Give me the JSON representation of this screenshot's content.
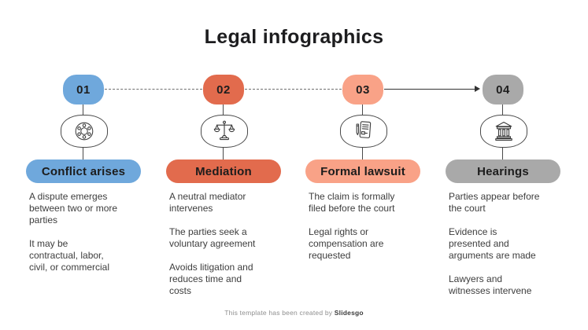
{
  "title": "Legal infographics",
  "steps": [
    {
      "number": "01",
      "label": "Conflict arises",
      "color": "#6FA8DC",
      "icon": "round-table-meeting-icon",
      "paragraphs": [
        "A dispute emerges\nbetween two or more\nparties",
        "It may be\ncontractual, labor,\ncivil, or commercial"
      ]
    },
    {
      "number": "02",
      "label": "Mediation",
      "color": "#E26B4D",
      "icon": "balance-scale-icon",
      "paragraphs": [
        "A neutral mediator\nintervenes",
        "The parties seek a\nvoluntary agreement",
        "Avoids litigation and\nreduces time and\ncosts"
      ]
    },
    {
      "number": "03",
      "label": "Formal lawsuit",
      "color": "#F9A287",
      "icon": "document-pen-icon",
      "paragraphs": [
        "The claim is formally\nfiled before the court",
        "Legal rights or\ncompensation are\nrequested"
      ]
    },
    {
      "number": "04",
      "label": "Hearings",
      "color": "#A9A9A9",
      "icon": "courthouse-icon",
      "paragraphs": [
        "Parties appear before\nthe court",
        "Evidence is\npresented and\narguments are made",
        "Lawyers and\nwitnesses intervene"
      ]
    }
  ],
  "connectors": {
    "style_1_2": "dashed",
    "style_2_3": "dashed",
    "style_3_4": "solid-arrow"
  },
  "footer": {
    "text": "This template has been created by ",
    "brand": "Slidesgo"
  }
}
